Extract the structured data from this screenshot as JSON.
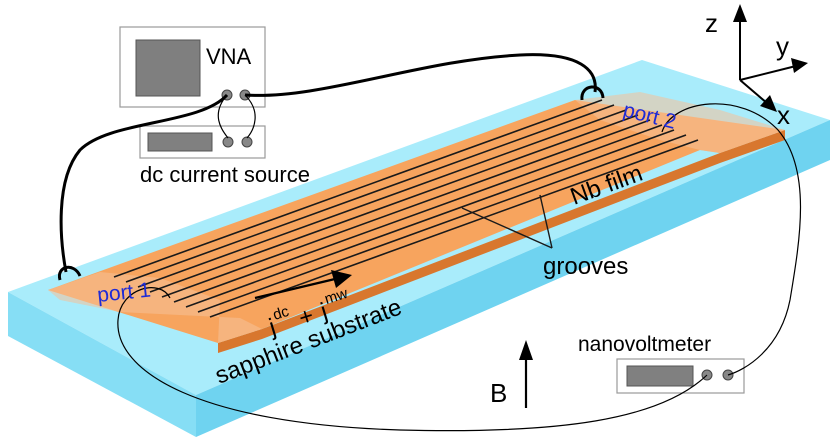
{
  "labels": {
    "vna": "VNA",
    "dc_source": "dc current source",
    "nanovoltmeter": "nanovoltmeter",
    "port1": "port  1",
    "port2": "port  2",
    "nb_film": "Nb film",
    "grooves": "grooves",
    "substrate": "sapphire substrate",
    "current_base_a": "j",
    "current_sup_a": "dc",
    "current_plus": "+",
    "current_base_b": "j",
    "current_sup_b": "mw",
    "field": "B"
  },
  "axes": {
    "z": "z",
    "y": "y",
    "x": "x"
  },
  "colors": {
    "substrate_top": "#a8ecfb",
    "substrate_side": "#7fdcf5",
    "film_top": "#f5a25c",
    "film_side": "#d8762c",
    "port_pad": "#f7c49c",
    "port_text": "#1f2bd6",
    "instrument_panel": "#7a7a7a"
  }
}
